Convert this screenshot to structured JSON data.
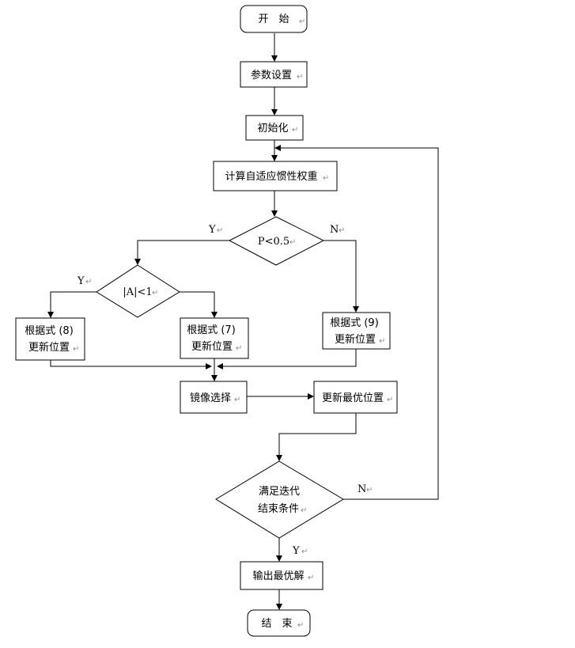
{
  "nodes": {
    "start": "开　始",
    "params": "参数设置",
    "init": "初始化",
    "weight": "计算自适应惯性权重",
    "p_check": "P<0.5",
    "a_check": "|A|<1",
    "eq8_line1": "根据式 (8)",
    "eq8_line2": "更新位置",
    "eq7_line1": "根据式 (7)",
    "eq7_line2": "更新位置",
    "eq9_line1": "根据式 (9)",
    "eq9_line2": "更新位置",
    "mirror": "镜像选择",
    "best_update": "更新最优位置",
    "cond_line1": "满足迭代",
    "cond_line2": "结束条件",
    "output": "输出最优解",
    "end": "结　束"
  },
  "edge_labels": {
    "p_yes": "Y",
    "p_no": "N",
    "a_yes": "Y",
    "cond_no": "N",
    "cond_yes": "Y"
  },
  "return_mark": "↵"
}
